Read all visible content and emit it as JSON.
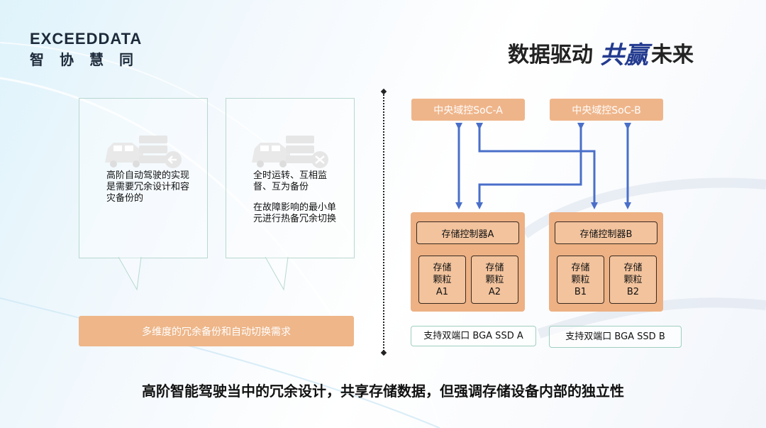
{
  "logo": {
    "en": "EXCEEDDATA",
    "cn": "智协慧同"
  },
  "slogan": {
    "part1": "数据驱动",
    "part2": "共赢",
    "part3": "未来"
  },
  "bubbles": [
    {
      "icon": "car-server-arrow-icon",
      "text": "高阶自动驾驶的实现是需要冗余设计和容灾备份的"
    },
    {
      "icon": "car-server-shuffle-icon",
      "text1": "全时运转、互相监督、互为备份",
      "text2": "在故障影响的最小单元进行热备冗余切换"
    }
  ],
  "requirement": "多维度的冗余备份和自动切换需求",
  "socs": [
    "中央域控SoC-A",
    "中央域控SoC-B"
  ],
  "storage": [
    {
      "controller": "存储控制器A",
      "chips": [
        [
          "存储",
          "颗粒",
          "A1"
        ],
        [
          "存储",
          "颗粒",
          "A2"
        ]
      ],
      "ssd": "支持双端口 BGA SSD A"
    },
    {
      "controller": "存储控制器B",
      "chips": [
        [
          "存储",
          "颗粒",
          "B1"
        ],
        [
          "存储",
          "颗粒",
          "B2"
        ]
      ],
      "ssd": "支持双端口 BGA SSD B"
    }
  ],
  "colors": {
    "accent_orange": "#efb58a",
    "arrow_blue": "#4a6fc9",
    "bubble_border": "#b8d8d0"
  },
  "bottom_title": "高阶智能驾驶当中的冗余设计，共享存储数据，但强调存储设备内部的独立性"
}
